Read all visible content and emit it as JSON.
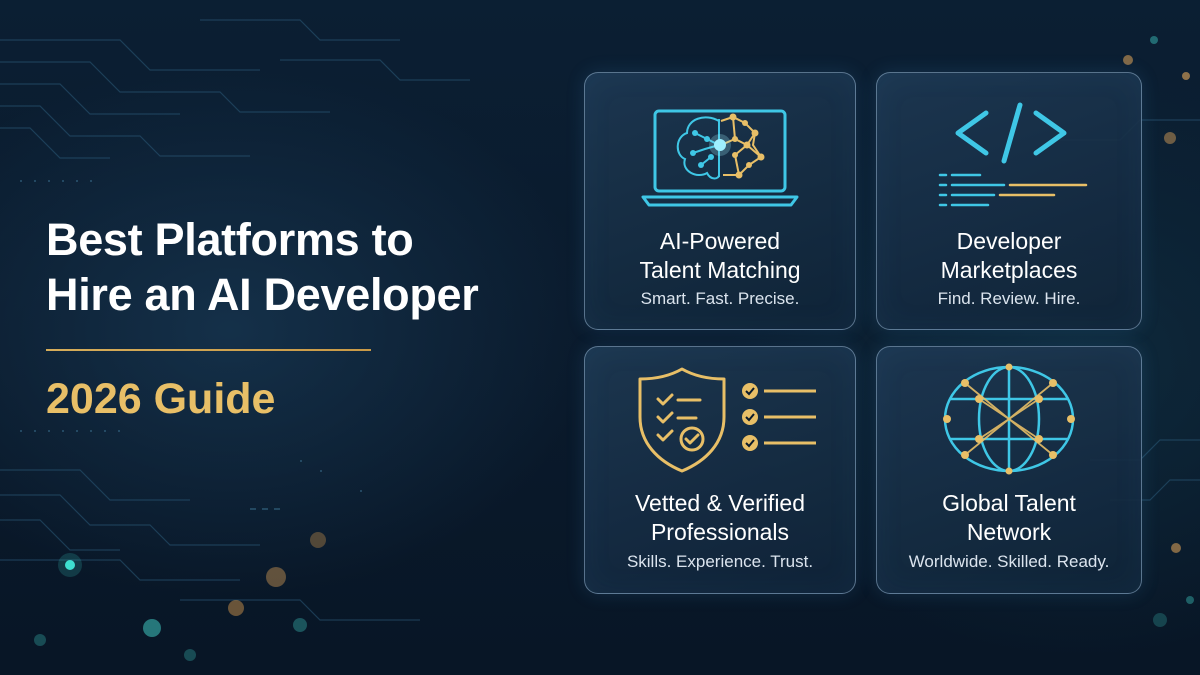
{
  "headline": {
    "line1": "Best Platforms to",
    "line2": "Hire an AI Developer"
  },
  "subtitle": "2026 Guide",
  "cards": [
    {
      "icon": "brain-laptop-icon",
      "title_line1": "AI-Powered",
      "title_line2": "Talent Matching",
      "tagline": "Smart. Fast. Precise."
    },
    {
      "icon": "code-brackets-icon",
      "title_line1": "Developer",
      "title_line2": "Marketplaces",
      "tagline": "Find. Review. Hire."
    },
    {
      "icon": "shield-checklist-icon",
      "title_line1": "Vetted & Verified",
      "title_line2": "Professionals",
      "tagline": "Skills. Experience. Trust."
    },
    {
      "icon": "globe-network-icon",
      "title_line1": "Global Talent",
      "title_line2": "Network",
      "tagline": "Worldwide. Skilled. Ready."
    }
  ],
  "colors": {
    "background": "#0a1a2c",
    "accent_gold": "#e8bf67",
    "accent_cyan": "#3fc7e6",
    "text": "#ffffff"
  }
}
